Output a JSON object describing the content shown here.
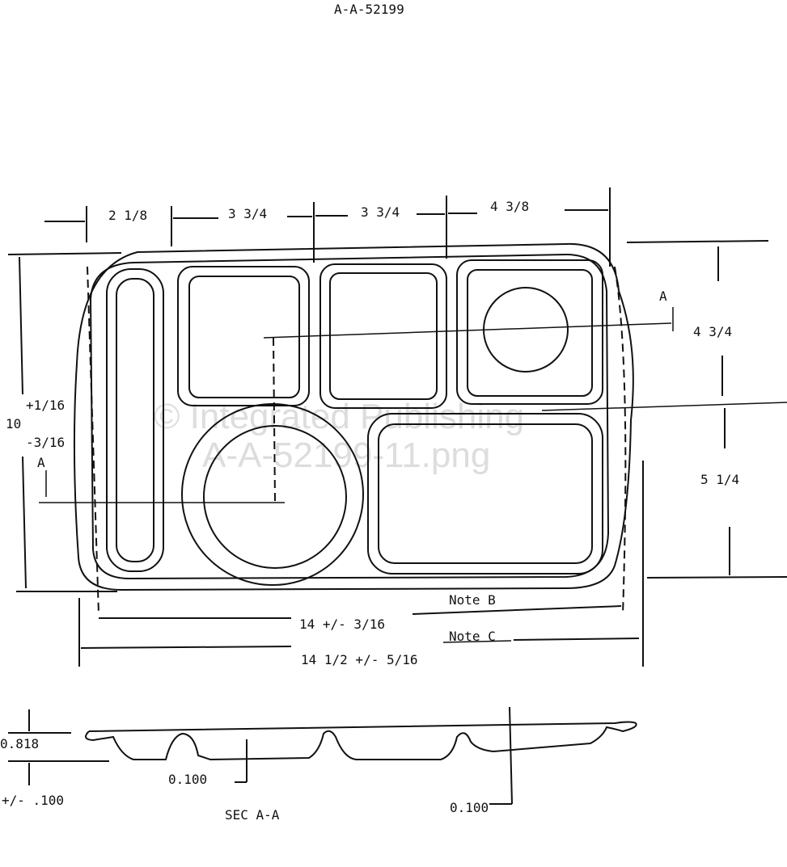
{
  "header": {
    "doc_number": "A-A-52199"
  },
  "plan_view": {
    "top_dims": [
      "2 1/8",
      "3 3/4",
      "3 3/4",
      "4 3/8"
    ],
    "right_dims": [
      "4 3/4",
      "5 1/4"
    ],
    "left_dim": {
      "value": "10",
      "tol_plus": "+1/16",
      "tol_minus": "-3/16"
    },
    "section_marks": [
      "A",
      "A"
    ],
    "bottom_dims": [
      {
        "note": "Note B",
        "value": "14 +/- 3/16"
      },
      {
        "note": "Note C",
        "value": "14 1/2 +/- 5/16"
      }
    ]
  },
  "section_view": {
    "depth": "0.818",
    "depth_tol": "+/- .100",
    "thickness_1": "0.100",
    "thickness_2": "0.100",
    "title": "SEC A-A"
  },
  "watermark": [
    "© Integrated Publishing",
    "A-A-52199-11.png"
  ]
}
